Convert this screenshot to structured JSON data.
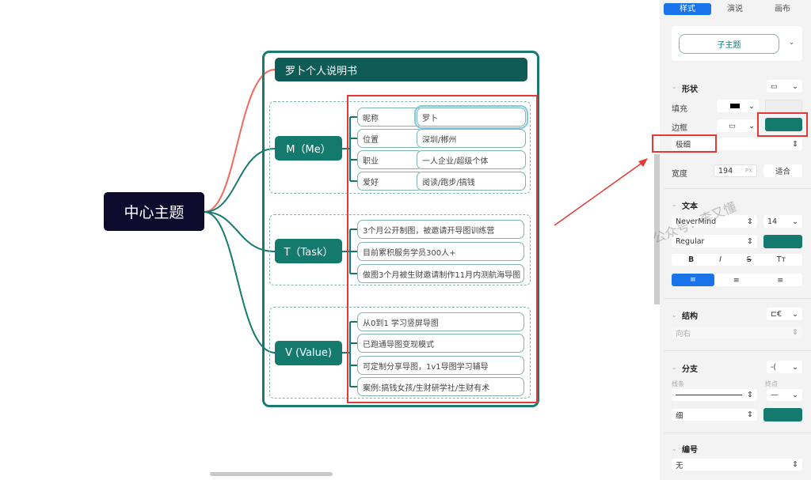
{
  "map": {
    "center": "中心主题",
    "title": "罗卜个人说明书",
    "branches": [
      {
        "label": "M（Me）",
        "rows": [
          [
            "昵称",
            "罗卜"
          ],
          [
            "位置",
            "深圳/郴州"
          ],
          [
            "职业",
            "一人企业/超级个体"
          ],
          [
            "爱好",
            "阅读/跑步/搞钱"
          ]
        ]
      },
      {
        "label": "T（Task）",
        "items": [
          "3个月公开制图，被邀请开导图训练营",
          "目前累积服务学员300人+",
          "做图3个月被生财邀请制作11月内测航海导图"
        ]
      },
      {
        "label": "V (Value)",
        "items": [
          "从0到1 学习竖屏导图",
          "已跑通导图变现模式",
          "可定制分享导图，1v1导图学习辅导",
          "案例:搞钱女孩/生财研学社/生财有术"
        ]
      }
    ]
  },
  "panel": {
    "tabs": [
      "样式",
      "演说",
      "画布"
    ],
    "style_preview": "子主题",
    "shape": {
      "title": "形状",
      "fill_label": "填充",
      "border_label": "边框",
      "border_weight": "极细",
      "width_label": "宽度",
      "width_value": "194",
      "width_unit": "PX",
      "fit": "适合"
    },
    "text": {
      "title": "文本",
      "font": "NeverMind",
      "size": "14",
      "weight": "Regular",
      "bold": "B",
      "italic": "I",
      "strike": "S",
      "case": "Tт"
    },
    "structure": {
      "title": "结构",
      "direction": "向右"
    },
    "branch": {
      "title": "分支",
      "line_label": "线条",
      "end_label": "终点",
      "weight": "细"
    },
    "numbering": {
      "title": "编号",
      "value": "无"
    },
    "accent": "#157a6e"
  },
  "watermark": "公众号：李又懂"
}
